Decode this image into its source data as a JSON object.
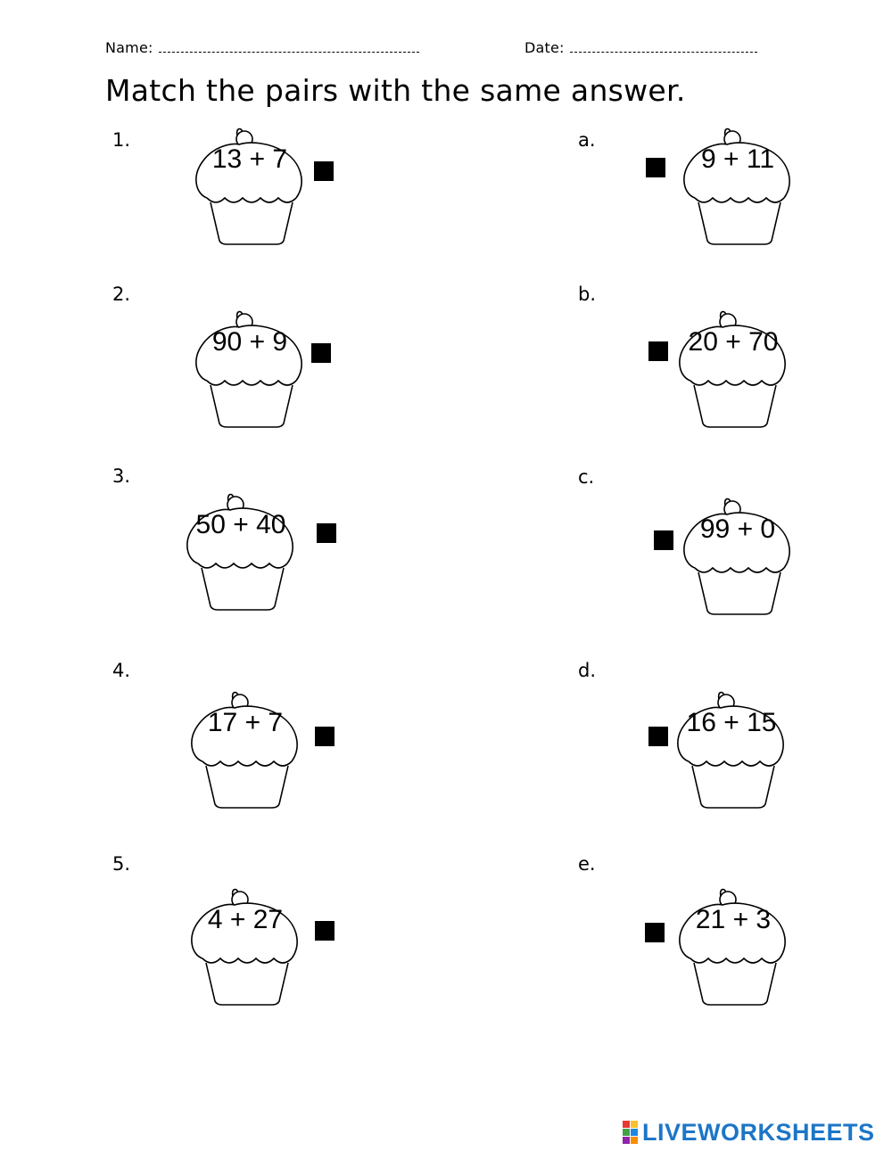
{
  "header": {
    "name_label": "Name:",
    "date_label": "Date:"
  },
  "title": "Match the pairs with the same answer.",
  "left_items": [
    {
      "label": "1.",
      "expression": "13 + 7"
    },
    {
      "label": "2.",
      "expression": "90 + 9"
    },
    {
      "label": "3.",
      "expression": "50 + 40"
    },
    {
      "label": "4.",
      "expression": "17 + 7"
    },
    {
      "label": "5.",
      "expression": "4 + 27"
    }
  ],
  "right_items": [
    {
      "label": "a.",
      "expression": "9 + 11"
    },
    {
      "label": "b.",
      "expression": "20 + 70"
    },
    {
      "label": "c.",
      "expression": "99 + 0"
    },
    {
      "label": "d.",
      "expression": "16 + 15"
    },
    {
      "label": "e.",
      "expression": "21 + 3"
    }
  ],
  "branding": {
    "logo_text": "LIVEWORKSHEETS",
    "logo_colors": [
      "#e53935",
      "#fbc02d",
      "#43a047",
      "#1e88e5",
      "#8e24aa",
      "#fb8c00"
    ],
    "text_color": "#1c76c7"
  }
}
